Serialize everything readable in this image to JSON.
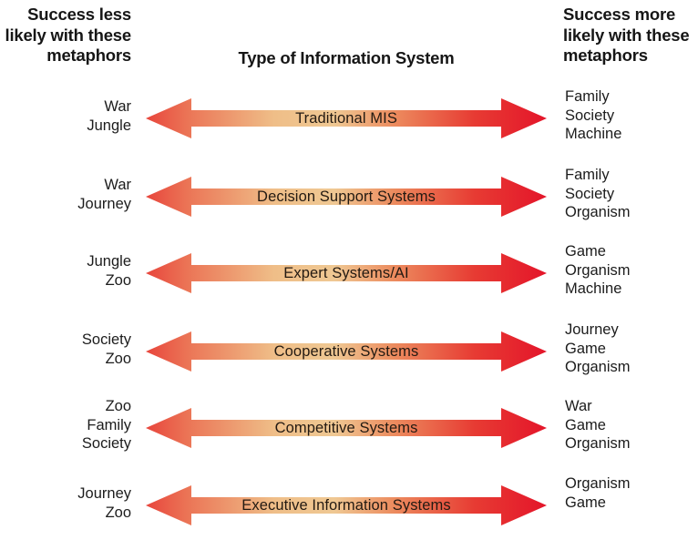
{
  "headers": {
    "left": "Success less\nlikely with these\nmetaphors",
    "center": "Type of Information System",
    "right": "Success more\nlikely with these\nmetaphors"
  },
  "colors": {
    "arrow_end_left": "#E84A37",
    "arrow_mid": "#EFC78E",
    "arrow_end_right": "#E8192B",
    "label_text": "#231a12",
    "body_text": "#1c1c1c",
    "header_text": "#161616",
    "background": "#ffffff"
  },
  "rows": [
    {
      "system": "Traditional MIS",
      "less_likely": "War\nJungle",
      "more_likely": "Family\nSociety\nMachine"
    },
    {
      "system": "Decision Support Systems",
      "less_likely": "War\nJourney",
      "more_likely": "Family\nSociety\nOrganism"
    },
    {
      "system": "Expert Systems/AI",
      "less_likely": "Jungle\nZoo",
      "more_likely": "Game\nOrganism\nMachine"
    },
    {
      "system": "Cooperative Systems",
      "less_likely": "Society\nZoo",
      "more_likely": "Journey\nGame\nOrganism"
    },
    {
      "system": "Competitive Systems",
      "less_likely": "Zoo\nFamily\nSociety",
      "more_likely": "War\nGame\nOrganism"
    },
    {
      "system": "Executive Information Systems",
      "less_likely": "Journey\nZoo",
      "more_likely": "Organism\nGame"
    }
  ]
}
